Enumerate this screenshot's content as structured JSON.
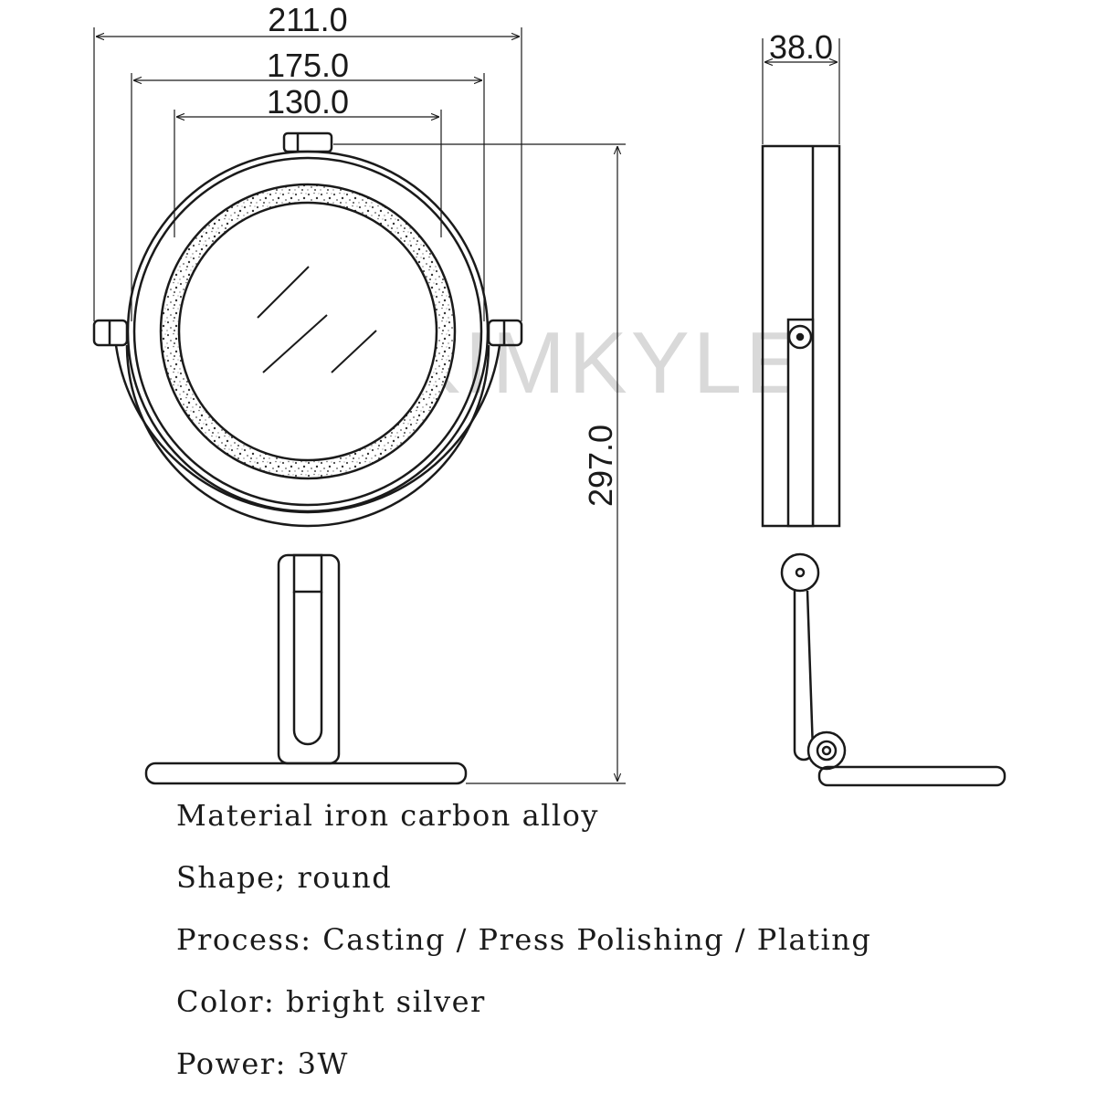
{
  "dimensions": {
    "overall_width": "211.0",
    "frame_width": "175.0",
    "mirror_width": "130.0",
    "height": "297.0",
    "depth": "38.0"
  },
  "watermark": "KIMKYLE",
  "specs": [
    "Material iron carbon alloy",
    "Shape; round",
    "Process: Casting / Press Polishing / Plating",
    "Color: bright silver",
    "Power: 3W"
  ],
  "colors": {
    "line": "#1a1a1a",
    "watermark": "#d9d9d9"
  }
}
